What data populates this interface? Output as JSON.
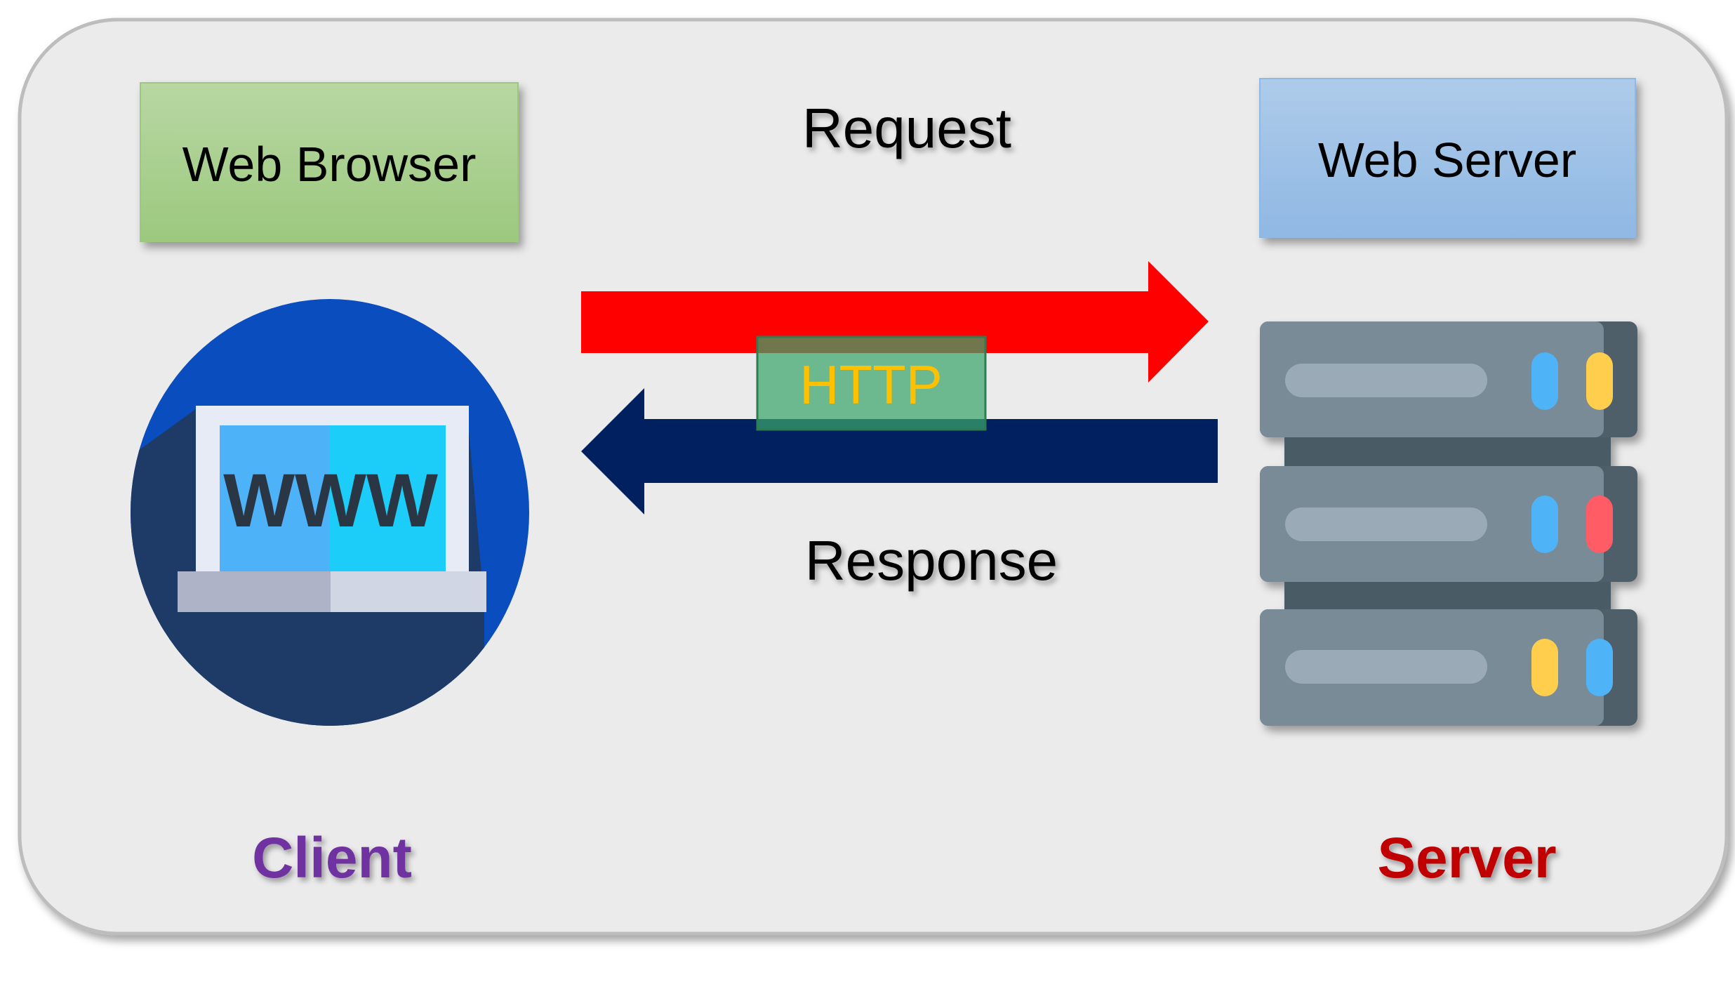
{
  "labels": {
    "browser_box": "Web Browser",
    "server_box": "Web Server",
    "request": "Request",
    "response": "Response",
    "protocol": "HTTP",
    "client": "Client",
    "server": "Server",
    "www": "WWW"
  },
  "colors": {
    "panel_fill": "#ebebeb",
    "panel_border": "#bdbdbd",
    "browser_box": "#a9d08e",
    "server_box": "#9dc3e6",
    "request_arrow": "#ff0000",
    "response_arrow": "#002060",
    "http_box": "#3aa36b",
    "http_text": "#ffc000",
    "client_text": "#7030a0",
    "server_text": "#c00000",
    "globe_circle": "#0a4dbf",
    "globe_shadow": "#1e3a66",
    "server_body": "#788b99",
    "server_dark": "#4a5b66"
  },
  "icons": {
    "client": "laptop-www-icon",
    "server": "server-rack-icon"
  }
}
